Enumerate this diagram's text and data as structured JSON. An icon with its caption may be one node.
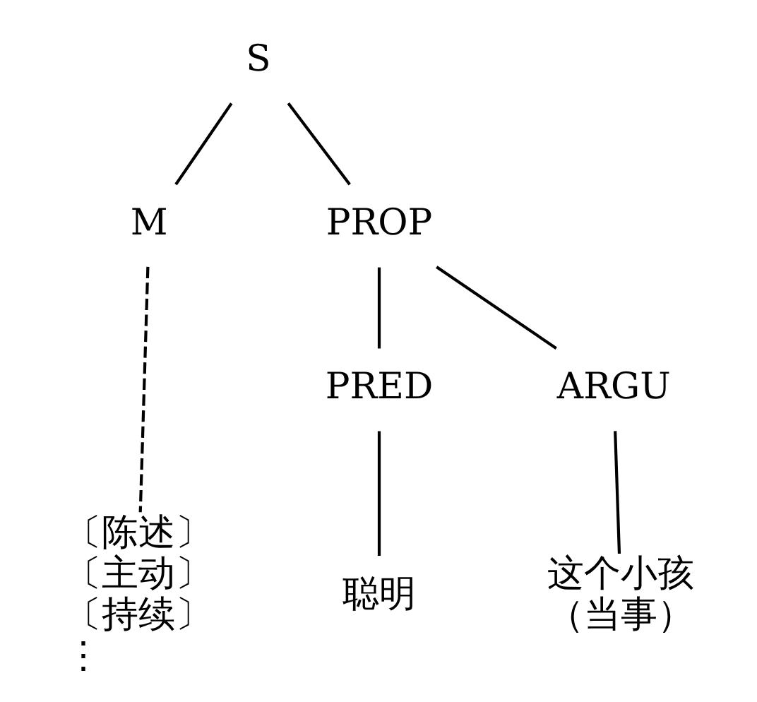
{
  "diagram": {
    "nodes": [
      {
        "text": [
          "S"
        ]
      },
      {
        "text": [
          "M"
        ]
      },
      {
        "text": [
          "PROP"
        ]
      },
      {
        "text": [
          "PRED"
        ]
      },
      {
        "text": [
          "ARGU"
        ]
      },
      {
        "text": [
          "〔陈述〕",
          "〔主动〕",
          "〔持续〕",
          "⋮"
        ]
      },
      {
        "text": [
          "聪明"
        ]
      },
      {
        "text": [
          "这个小孩",
          "（当事）"
        ]
      }
    ],
    "edges": [
      {
        "from": 0,
        "to": 1,
        "arrow": "none"
      },
      {
        "from": 0,
        "to": 2,
        "arrow": "none"
      },
      {
        "from": 2,
        "to": 3,
        "arrow": "none"
      },
      {
        "from": 2,
        "to": 4,
        "arrow": "none"
      },
      {
        "from": 1,
        "to": 5,
        "arrow": "none",
        "style": "dashed"
      },
      {
        "from": 3,
        "to": 6,
        "arrow": "none"
      },
      {
        "from": 4,
        "to": 7,
        "arrow": "none"
      }
    ]
  }
}
